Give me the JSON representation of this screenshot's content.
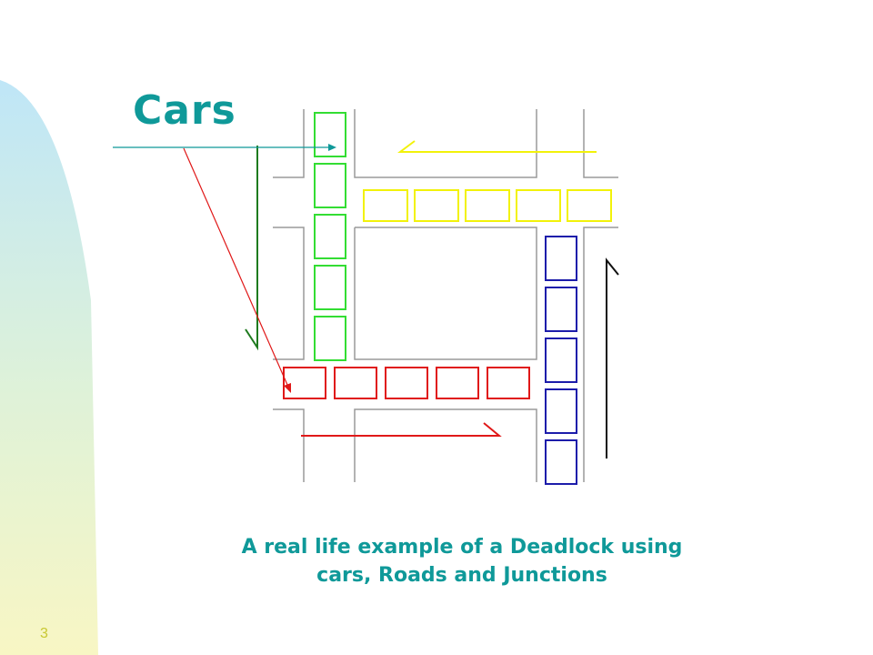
{
  "slide": {
    "title": "Cars",
    "caption_line1": "A real life example of a Deadlock using",
    "caption_line2": "cars, Roads and Junctions",
    "slide_number": "3"
  },
  "colors": {
    "accent_teal": "#0f9999",
    "road_line": "#9a9a9a",
    "car_green": "#33dd33",
    "car_yellow": "#f2f20a",
    "car_blue": "#1c1caa",
    "car_red": "#e01818",
    "arrow_green": "#1e7a1e",
    "arrow_black": "#111111",
    "slide_number": "#c8c832"
  },
  "cars": {
    "green_count": 5,
    "yellow_count": 5,
    "blue_count": 5,
    "red_count": 5
  }
}
